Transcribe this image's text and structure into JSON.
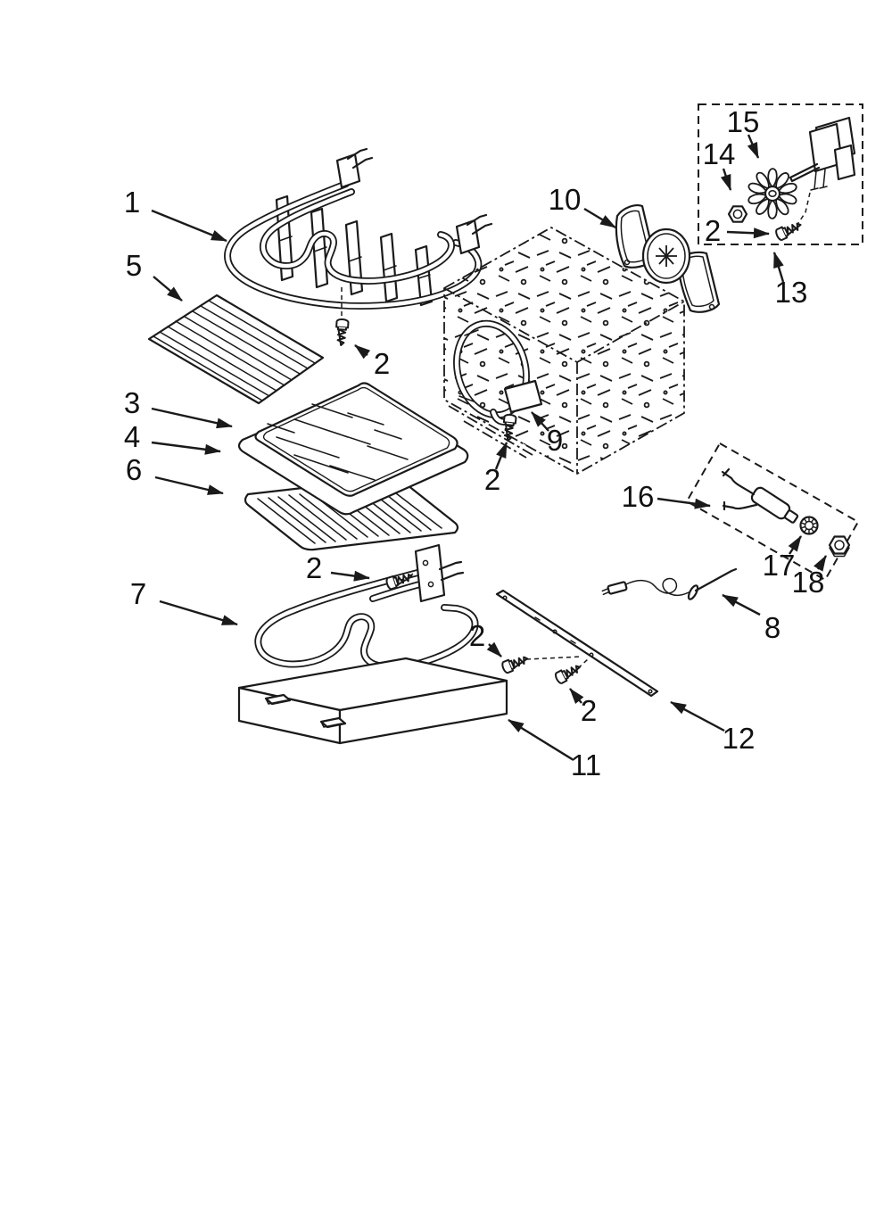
{
  "page": {
    "background": "#ffffff"
  },
  "colors": {
    "line": "#1a1a1a",
    "label": "#111111"
  },
  "diagram": {
    "type": "exploded-parts-diagram",
    "callouts": [
      {
        "number": "1"
      },
      {
        "number": "2"
      },
      {
        "number": "5"
      },
      {
        "number": "3"
      },
      {
        "number": "4"
      },
      {
        "number": "6"
      },
      {
        "number": "7"
      },
      {
        "number": "2"
      },
      {
        "number": "2"
      },
      {
        "number": "9"
      },
      {
        "number": "10"
      },
      {
        "number": "15"
      },
      {
        "number": "14"
      },
      {
        "number": "2"
      },
      {
        "number": "13"
      },
      {
        "number": "16"
      },
      {
        "number": "17"
      },
      {
        "number": "18"
      },
      {
        "number": "8"
      },
      {
        "number": "2"
      },
      {
        "number": "2"
      },
      {
        "number": "12"
      },
      {
        "number": "11"
      }
    ]
  }
}
